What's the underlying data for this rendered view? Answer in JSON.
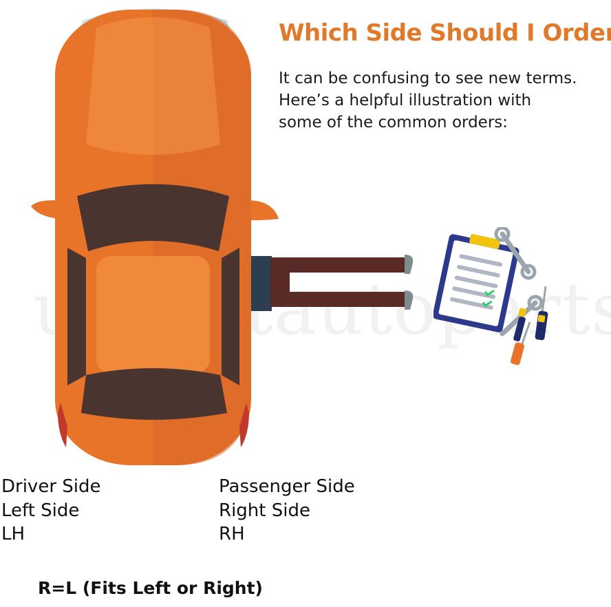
{
  "header": {
    "title": "Which Side Should I Order?",
    "intro_lines": [
      "It can be confusing to see new terms.",
      "Here’s a helpful illustration with",
      "some of the common orders:"
    ]
  },
  "sides": {
    "driver": {
      "lines": [
        "Driver Side",
        "Left Side",
        "LH"
      ]
    },
    "passenger": {
      "lines": [
        "Passenger Side",
        "Right Side",
        "RH"
      ]
    }
  },
  "footer": {
    "note": "R=L (Fits Left or Right)"
  },
  "watermark": "usbestautoparts",
  "colors": {
    "title": "#e07a2a",
    "car_body": "#e8742a",
    "car_highlight": "#f2954a",
    "glass": "#4a3430",
    "mechanic_pants": "#5a2a26"
  },
  "icons": {
    "car": "car-top-view-icon",
    "tools": "clipboard-tools-icon"
  }
}
